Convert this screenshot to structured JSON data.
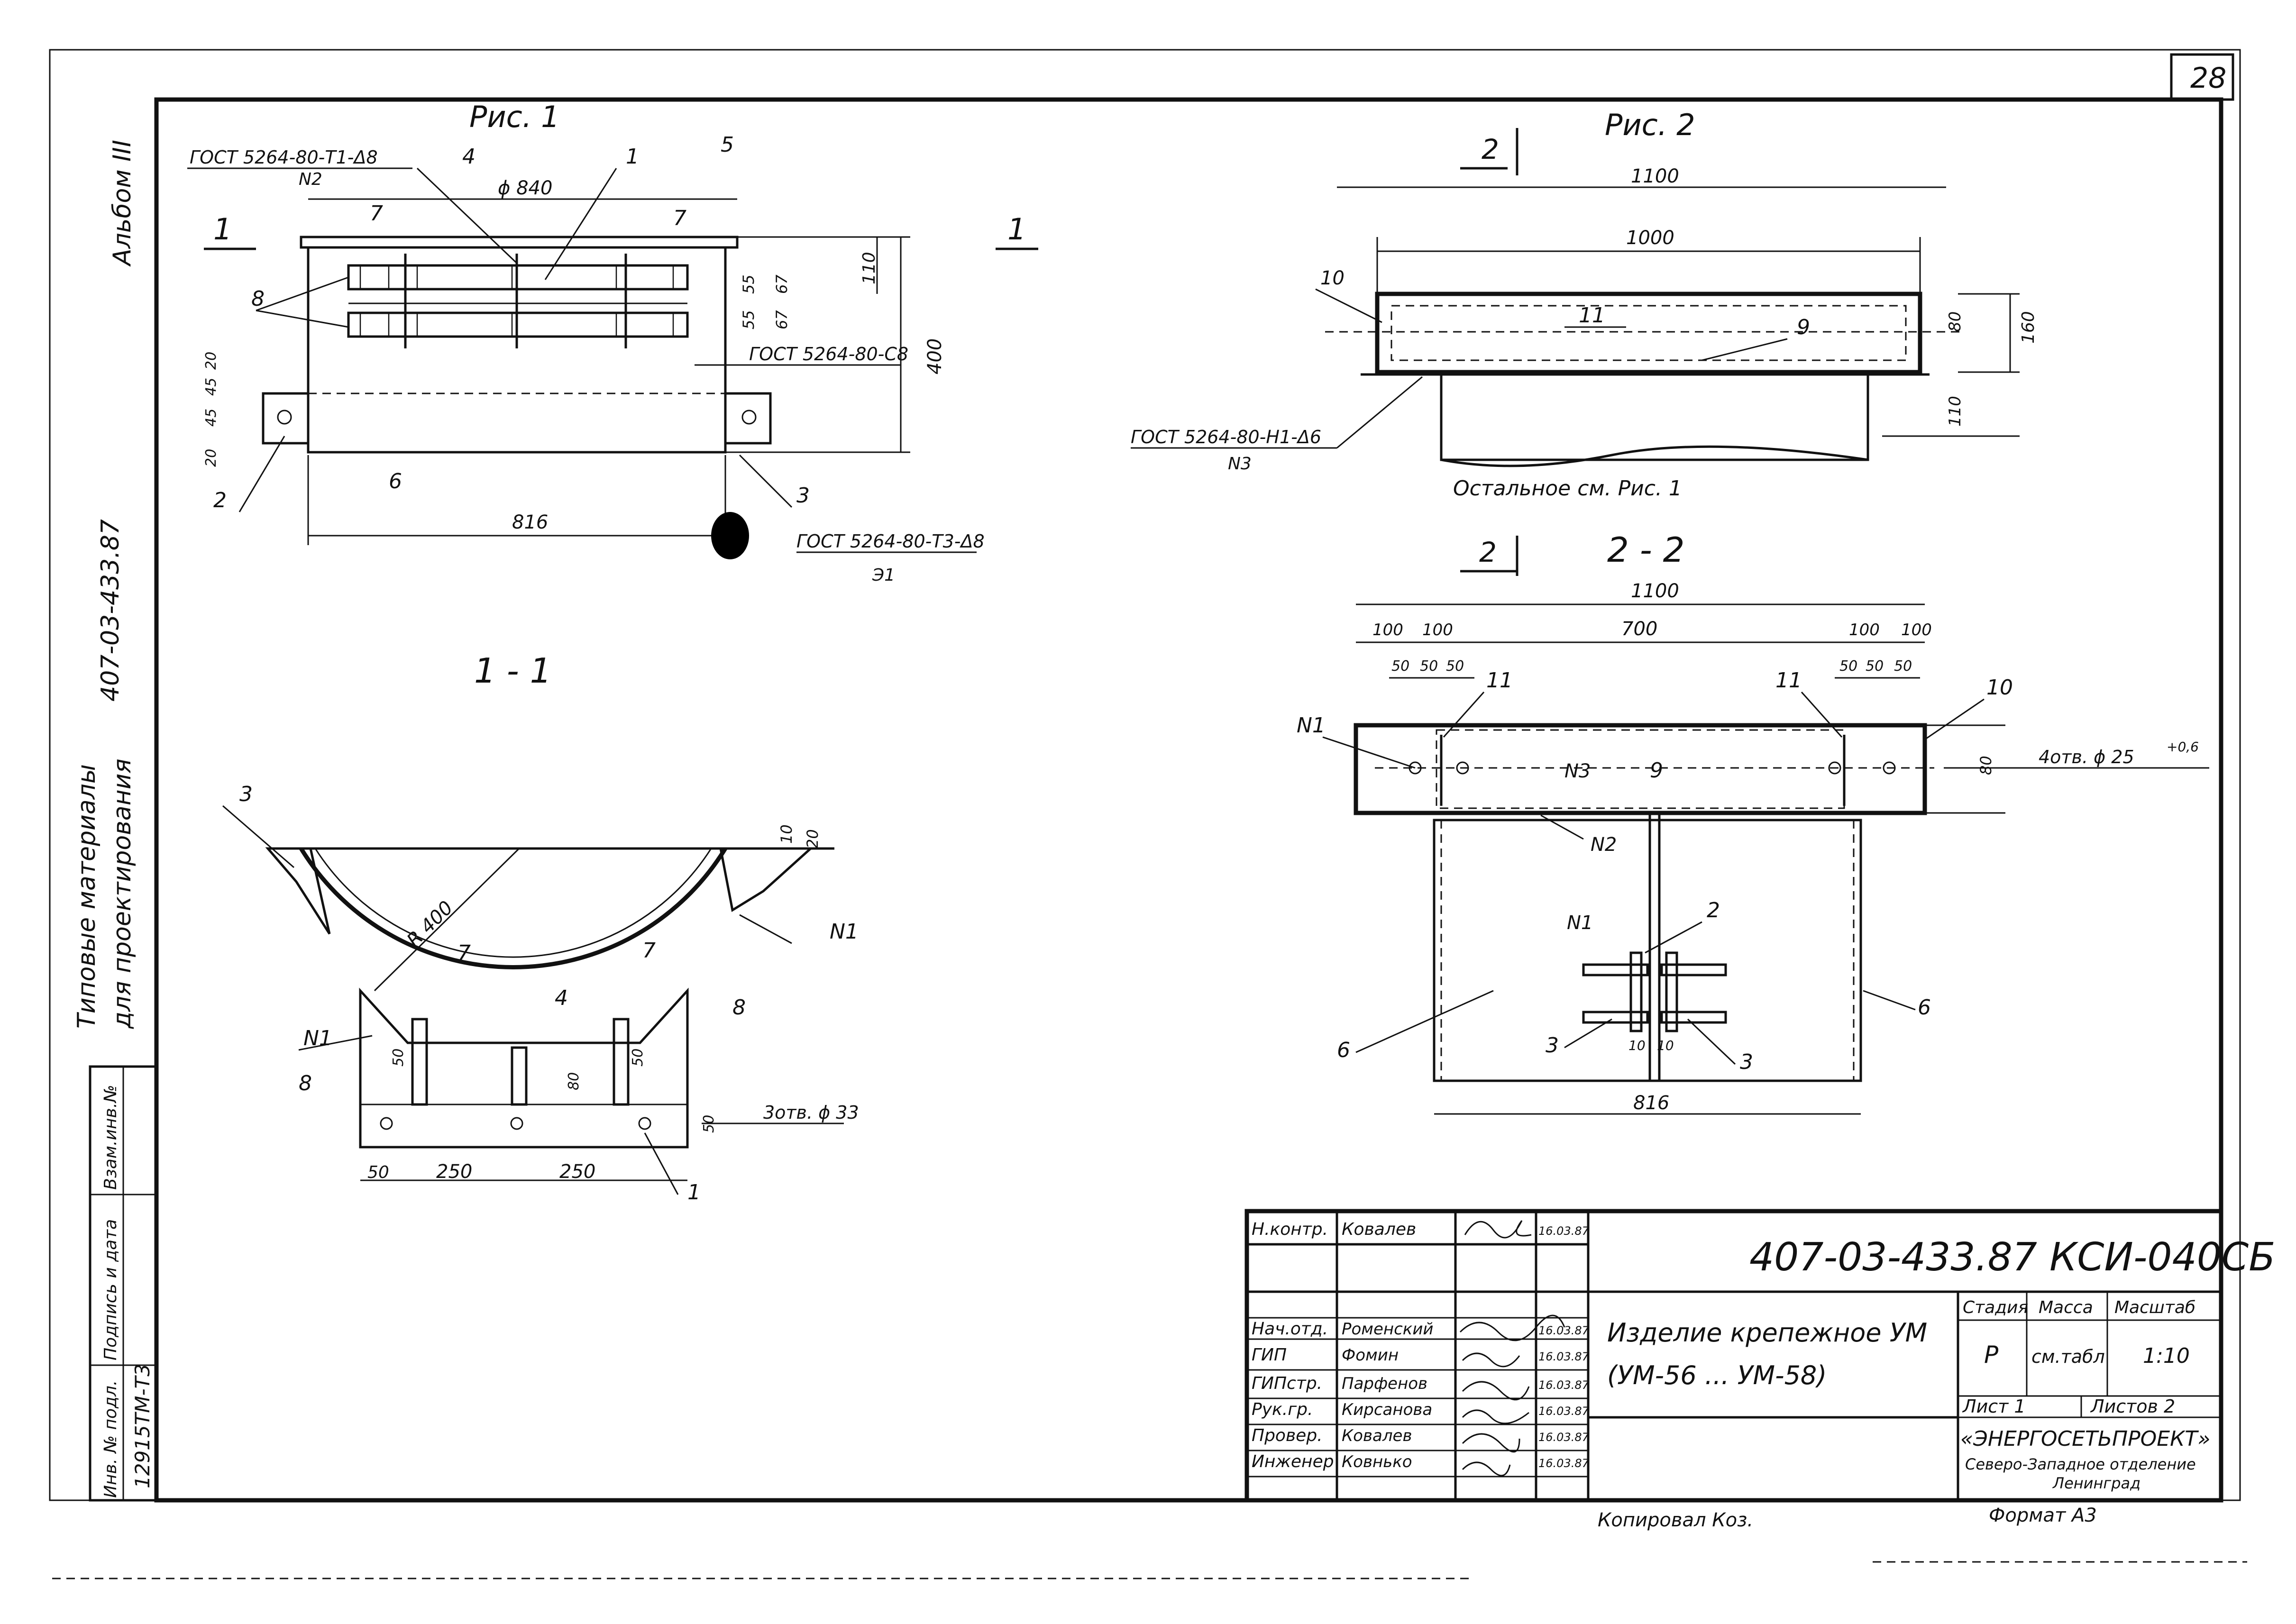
{
  "sheet": {
    "page_number": "28",
    "album": "Альбом III",
    "series_line1": "Типовые  материалы",
    "series_line2": "для  проектирования",
    "series_code": "407-03-433.87",
    "copied": "Копировал  Коз.",
    "format": "Формат  А3",
    "inv_no": "12915ТМ-Т3",
    "side_stamp_labels": [
      "Инв. № подл.",
      "Подпись и дата",
      "Взам.инв.№"
    ]
  },
  "fig1": {
    "title": "Рис. 1",
    "weld_top": "ГОСТ 5264-80-Т1-Δ8",
    "weld_top_ref": "N2",
    "weld_mid": "ГОСТ 5264-80-С8",
    "weld_bot": "ГОСТ 5264-80-Т3-Δ8",
    "weld_bot_ref": "Э1",
    "dia": "ϕ 840",
    "dims": [
      "110",
      "400",
      "55",
      "55",
      "67",
      "67",
      "816",
      "20",
      "45",
      "45",
      "20"
    ],
    "callouts": [
      "1",
      "2",
      "3",
      "4",
      "5",
      "6",
      "7",
      "7",
      "8",
      "1"
    ],
    "cut_mark": "1"
  },
  "fig2": {
    "title": "Рис. 2",
    "dims": [
      "1100",
      "1000",
      "80",
      "160",
      "110"
    ],
    "weld": "ГОСТ 5264-80-Н1-Δ6",
    "weld_ref": "N3",
    "note": "Остальное  см.  Рис. 1",
    "callouts": [
      "10",
      "11",
      "9"
    ],
    "cut_mark": "2"
  },
  "sec11": {
    "title": "1 - 1",
    "radius": "R 400",
    "holes": "3отв. ϕ 33",
    "dims": [
      "10",
      "20",
      "50",
      "50",
      "80",
      "50",
      "50",
      "250",
      "250"
    ],
    "callouts": [
      "3",
      "N1",
      "N1",
      "7",
      "7",
      "4",
      "8",
      "8",
      "1"
    ]
  },
  "sec22": {
    "title": "2 - 2",
    "holes": "4отв. ϕ 25",
    "holes_tol": "+0,6",
    "dims_top": [
      "1100",
      "100",
      "100",
      "700",
      "100",
      "100",
      "50",
      "50",
      "50",
      "50",
      "50",
      "50"
    ],
    "dims_other": [
      "80",
      "816",
      "10",
      "10"
    ],
    "callouts": [
      "N1",
      "11",
      "11",
      "10",
      "N3",
      "9",
      "N2",
      "N1",
      "2",
      "6",
      "6",
      "3",
      "3"
    ]
  },
  "title_block": {
    "doc_code": "407-03-433.87  КСИ-040СБ",
    "name_line1": "Изделие  крепежное  УМ",
    "name_line2": "(УМ-56 ... УМ-58)",
    "stage_label": "Стадия",
    "mass_label": "Масса",
    "scale_label": "Масштаб",
    "stage": "Р",
    "mass": "см.табл",
    "scale": "1:10",
    "sheet": "Лист 1",
    "sheets": "Листов 2",
    "org_line1": "«ЭНЕРГОСЕТЬПРОЕКТ»",
    "org_line2": "Северо-Западное отделение",
    "org_line3": "Ленинград",
    "rows": [
      {
        "role": "Н.контр.",
        "name": "Ковалев",
        "date": "16.03.87"
      },
      {
        "role": "",
        "name": "",
        "date": ""
      },
      {
        "role": "",
        "name": "",
        "date": ""
      },
      {
        "role": "Нач.отд.",
        "name": "Роменский",
        "date": "16.03.87"
      },
      {
        "role": "ГИП",
        "name": "Фомин",
        "date": "16.03.87"
      },
      {
        "role": "ГИПстр.",
        "name": "Парфенов",
        "date": "16.03.87"
      },
      {
        "role": "Рук.гр.",
        "name": "Кирсанова",
        "date": "16.03.87"
      },
      {
        "role": "Провер.",
        "name": "Ковалев",
        "date": "16.03.87"
      },
      {
        "role": "Инженер",
        "name": "Ковнько",
        "date": "16.03.87"
      }
    ]
  }
}
